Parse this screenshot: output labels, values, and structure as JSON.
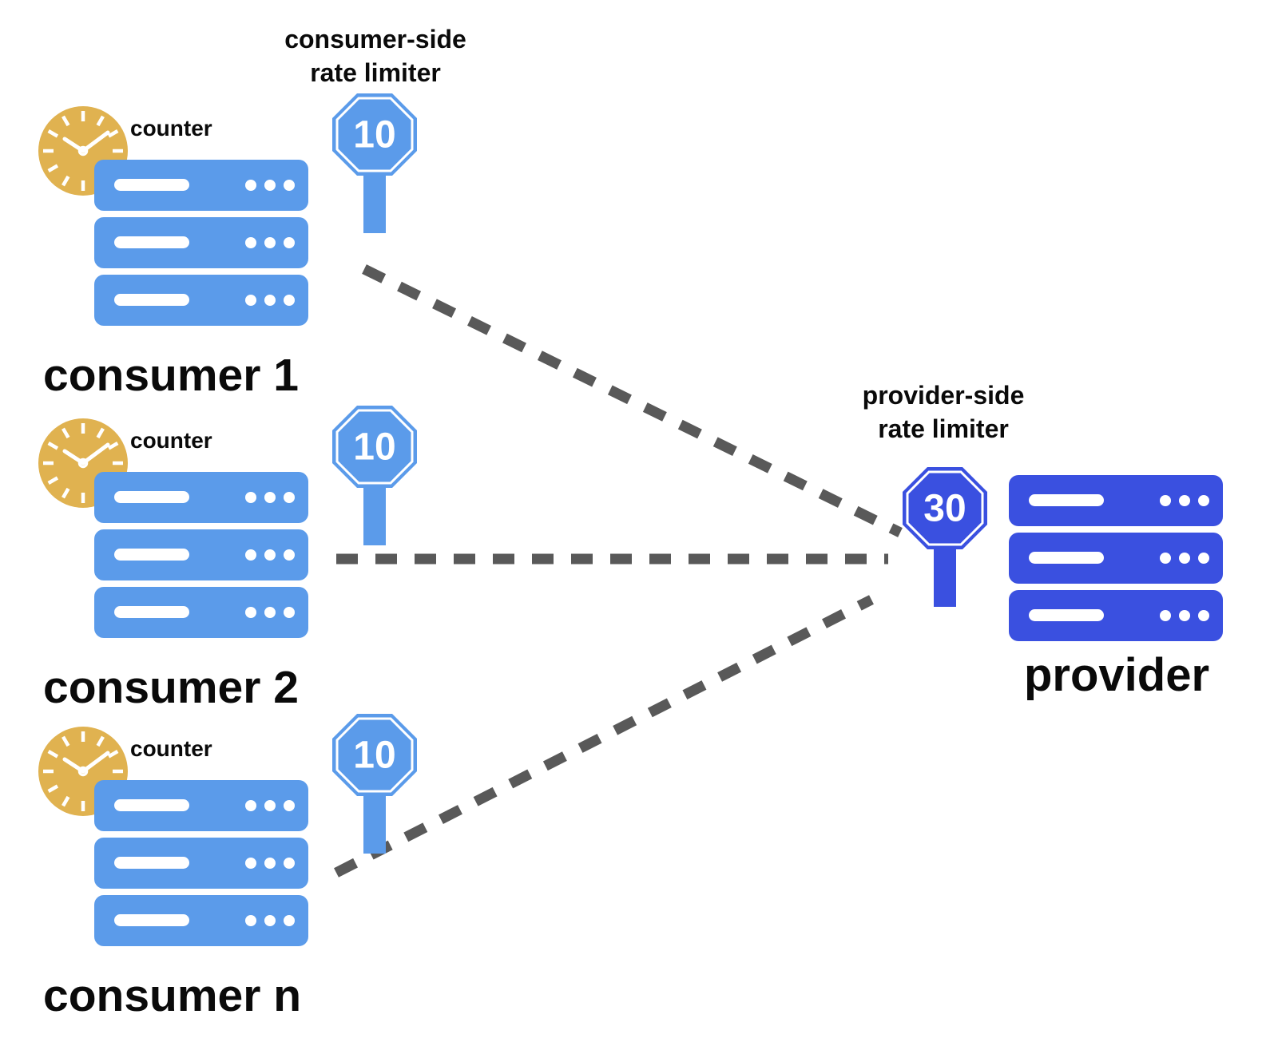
{
  "labels": {
    "consumer_limiter": {
      "line1": "consumer-side",
      "line2": "rate limiter"
    },
    "provider_limiter": {
      "line1": "provider-side",
      "line2": "rate limiter"
    }
  },
  "consumers": [
    {
      "name": "consumer 1",
      "counter": "counter",
      "limit": "10"
    },
    {
      "name": "consumer 2",
      "counter": "counter",
      "limit": "10"
    },
    {
      "name": "consumer n",
      "counter": "counter",
      "limit": "10"
    }
  ],
  "provider": {
    "name": "provider",
    "limit": "30"
  },
  "connections": [
    {
      "from": "consumer 1",
      "to": "provider",
      "style": "dashed"
    },
    {
      "from": "consumer 2",
      "to": "provider",
      "style": "dashed"
    },
    {
      "from": "consumer n",
      "to": "provider",
      "style": "dashed"
    }
  ],
  "icons": {
    "clock": "analog-clock-icon",
    "server": "server-rack-icon",
    "rate_limiter": "octagon-sign-icon"
  },
  "colors": {
    "consumer_blue": "#5B9BEA",
    "provider_blue": "#3A50E0",
    "clock_gold": "#E0B250",
    "dash_gray": "#595959",
    "text_black": "#0A0A0A",
    "background": "#FFFFFF"
  }
}
